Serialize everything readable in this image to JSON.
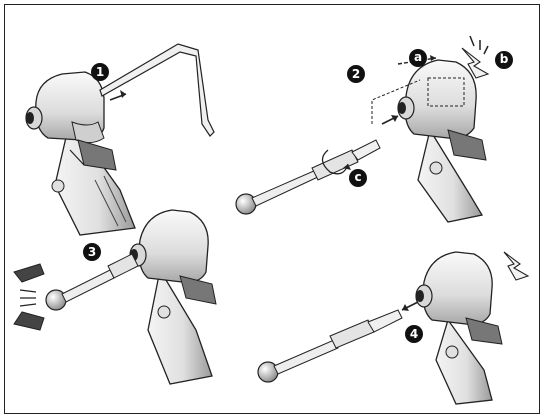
{
  "steps": [
    {
      "label": "1"
    },
    {
      "label": "2"
    },
    {
      "label": "3"
    },
    {
      "label": "4"
    }
  ],
  "callouts": [
    {
      "label": "a"
    },
    {
      "label": "b"
    },
    {
      "label": "c"
    }
  ],
  "colors": {
    "line": "#222222",
    "tool_body": "#e6e6e6",
    "tool_shade": "#b5b5b5",
    "clip": "#777777",
    "marker_bg": "#111111",
    "marker_text": "#ffffff",
    "background": "#ffffff"
  }
}
